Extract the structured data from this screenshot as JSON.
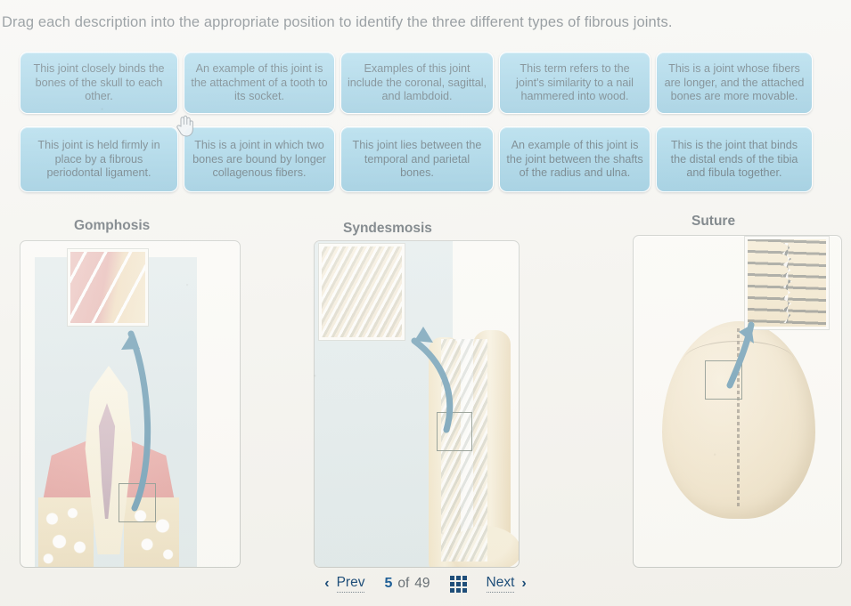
{
  "prompt": "Drag each description into the appropriate position to identify the three different types of fibrous joints.",
  "cards": {
    "row1": [
      {
        "id": "card-skull-binds",
        "text": "This joint closely binds the bones of the skull to each other."
      },
      {
        "id": "card-tooth-socket",
        "text": "An example of this joint is the attachment of a tooth to its socket."
      },
      {
        "id": "card-coronal",
        "text": "Examples of this joint include the coronal, sagittal, and lambdoid."
      },
      {
        "id": "card-nail-wood",
        "text": "This term refers to the joint's similarity to a nail hammered into wood."
      },
      {
        "id": "card-longer-fibers",
        "text": "This is a joint whose fibers are longer, and the attached bones are more movable."
      }
    ],
    "row2": [
      {
        "id": "card-periodontal",
        "text": "This joint is held firmly in place by a fibrous periodontal ligament."
      },
      {
        "id": "card-collagenous",
        "text": "This is a joint in which two bones are bound by longer collagenous fibers."
      },
      {
        "id": "card-temporal",
        "text": "This joint lies between the temporal and parietal bones."
      },
      {
        "id": "card-radius-ulna",
        "text": "An example of this joint is the joint between the shafts of the radius and ulna."
      },
      {
        "id": "card-tibia-fibula",
        "text": "This is the joint that binds the distal ends of the tibia and fibula together."
      }
    ]
  },
  "categories": [
    {
      "id": "gomphosis",
      "label": "Gomphosis",
      "figure": "tooth-in-socket-cross-section"
    },
    {
      "id": "syndesmosis",
      "label": "Syndesmosis",
      "figure": "radius-ulna-interosseous-membrane"
    },
    {
      "id": "suture",
      "label": "Suture",
      "figure": "skull-superior-view-sagittal-suture"
    }
  ],
  "nav": {
    "prev_label": "Prev",
    "next_label": "Next",
    "prev_chevron": "‹",
    "next_chevron": "›",
    "current": "5",
    "of_label": "of",
    "total": "49",
    "grid_icon": "grid-view-icon"
  },
  "cursor": {
    "icon": "drag-hand-cursor"
  },
  "colors": {
    "card_fill": "#74bcd9",
    "card_text": "#16323f",
    "page_bg": "#f2f1ec",
    "nav_accent": "#1f4e79",
    "panel_bg": "#fbfaf6",
    "arrow": "#4b86a4"
  }
}
